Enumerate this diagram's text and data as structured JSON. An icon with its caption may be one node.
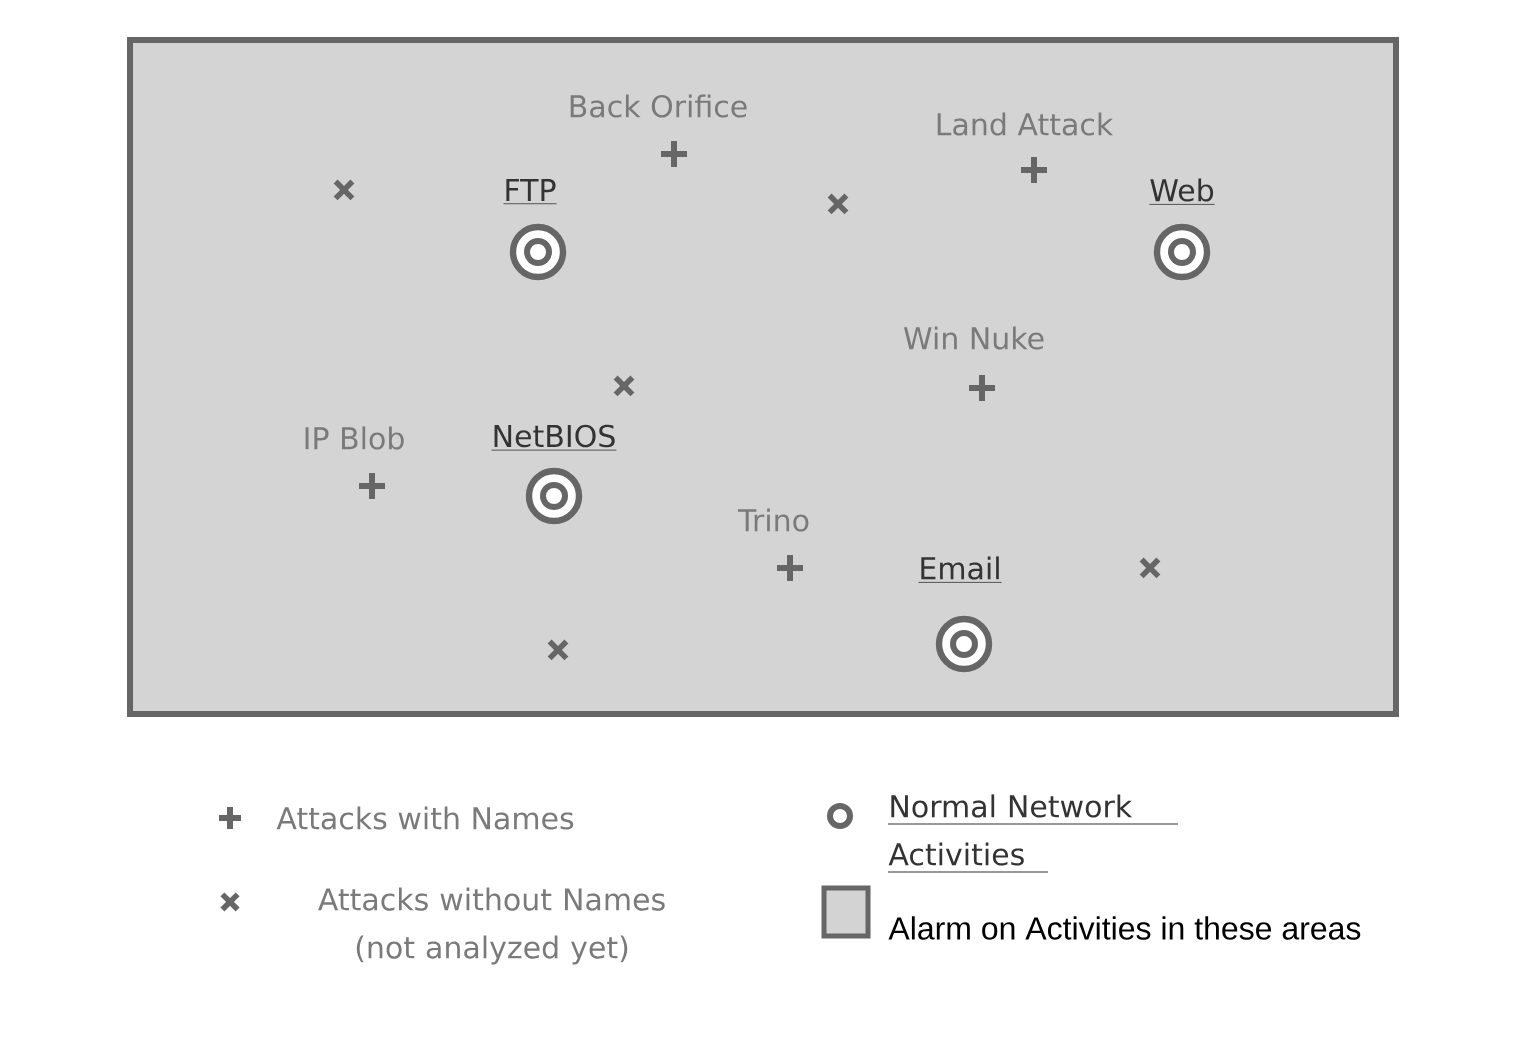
{
  "diagram": {
    "nodes": [
      {
        "text": [],
        "shape": "box"
      },
      {
        "text": [
          "Back Orifice"
        ],
        "in": 0
      },
      {
        "text": [
          "Land Attack"
        ],
        "in": 0
      },
      {
        "text": [],
        "shape": "cross",
        "in": 0
      },
      {
        "text": [
          "FTP"
        ],
        "in": 0
      },
      {
        "text": [
          "Web"
        ],
        "in": 0
      },
      {
        "text": [],
        "shape": "cross",
        "in": 0
      },
      {
        "text": [
          "Win Nuke"
        ],
        "in": 0
      },
      {
        "text": [],
        "shape": "cross",
        "in": 0
      },
      {
        "text": [
          "IP  Blob"
        ],
        "in": 0
      },
      {
        "text": [
          "NetBIOS"
        ],
        "in": 0
      },
      {
        "text": [
          "Trino"
        ],
        "in": 0
      },
      {
        "text": [
          "Email"
        ],
        "in": 0
      },
      {
        "text": [],
        "shape": "cross",
        "in": 0
      },
      {
        "text": [],
        "shape": "cross",
        "in": 0
      }
    ],
    "legend": [
      {
        "text": "Attacks with Names"
      },
      {
        "text": "Attacks without Names (not analyzed yet)"
      },
      {
        "text": "Normal Network Activities"
      },
      {
        "text": "Alarm on Activities in these areas",
        "color": "#d3d3d3"
      }
    ]
  }
}
